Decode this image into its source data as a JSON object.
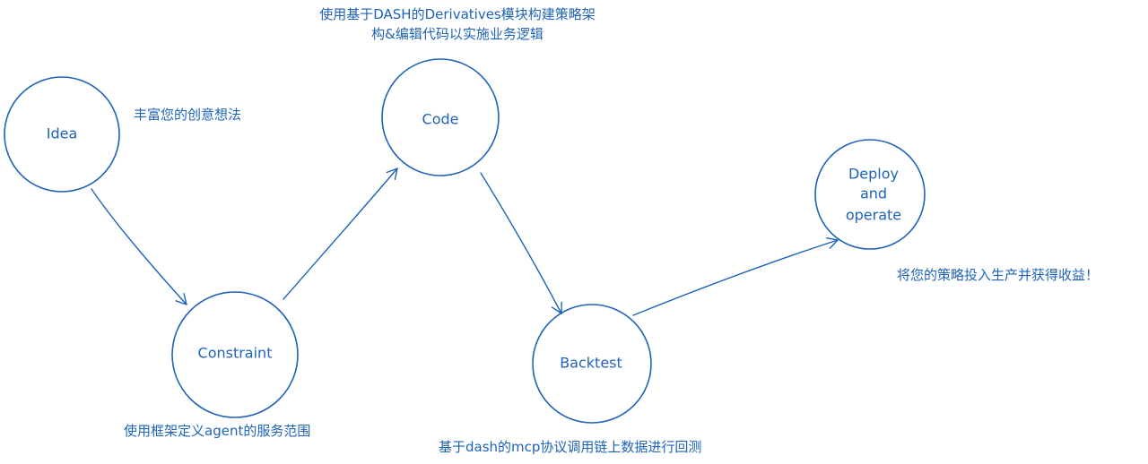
{
  "colors": {
    "ink": "#1e63b8",
    "background": "#ffffff"
  },
  "nodes": {
    "idea": {
      "label": "Idea"
    },
    "constraint": {
      "label": "Constraint"
    },
    "code": {
      "label": "Code"
    },
    "backtest": {
      "label": "Backtest"
    },
    "deploy": {
      "label_lines": [
        "Deploy",
        "and",
        "operate"
      ]
    }
  },
  "notes": {
    "code_line1": "使用基于DASH的Derivatives模块构建策略架",
    "code_line2": "构&编辑代码以实施业务逻辑",
    "idea": "丰富您的创意想法",
    "deploy": "将您的策略投入生产并获得收益！",
    "constraint": "使用框架定义agent的服务范围",
    "backtest": "基于dash的mcp协议调用链上数据进行回测"
  }
}
